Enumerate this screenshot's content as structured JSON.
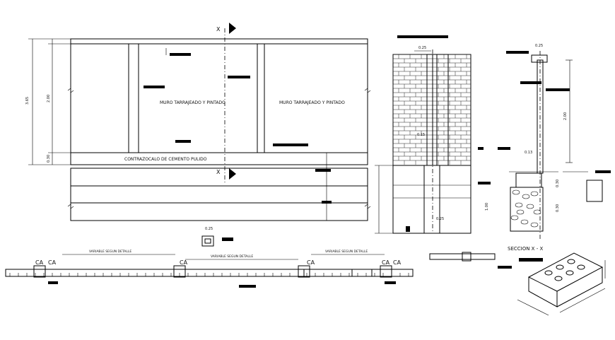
{
  "elevation": {
    "wall_note_center": "MURO TARRAJEADO Y PINTADO",
    "wall_note_right": "MURO TARRAJEADO Y PINTADO",
    "plinth_note": "CONTRAZOCALO DE CEMENTO PULIDO",
    "section_mark_top": "X",
    "section_mark_bottom": "X",
    "dim_total": "3.65",
    "dim_mid": "2.00",
    "dim_bottom": "0.30"
  },
  "plan": {
    "note_left": "VARIABLE SEGUN DETALLE",
    "note_mid": "VARIABLE SEGUN DETALLE",
    "note_right": "VARIABLE SEGUN DETALLE",
    "ca_labels": [
      "CA",
      "CA",
      "CA",
      "CA",
      "CA",
      "CA"
    ],
    "column_dim": "0.25"
  },
  "brick_section": {
    "dim_top": "0.25",
    "dim_inner": "0.15",
    "dim_bottom": "0.25",
    "dim_footing": "1.00"
  },
  "section_xx": {
    "title": "SECCION X - X",
    "dim_top": "0.25",
    "dim_height": "2.00",
    "dim_inner": "0.13",
    "dim_left1": "0.30",
    "dim_left2": "0.30"
  }
}
